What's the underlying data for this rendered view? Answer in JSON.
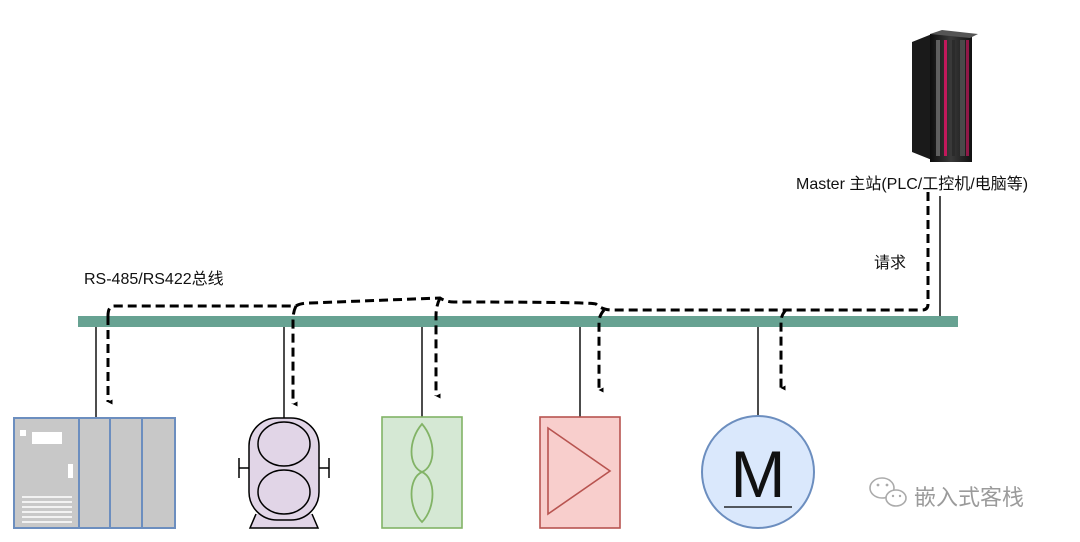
{
  "labels": {
    "master": "Master 主站(PLC/工控机/电脑等)",
    "request": "请求",
    "bus": "RS-485/RS422总线",
    "motor_letter": "M",
    "watermark": "嵌入式客栈"
  },
  "icons": {
    "server": "server-tower-icon",
    "plc": "plc-rack-icon",
    "tank": "pressure-tank-icon",
    "fan": "fan-icon",
    "amplifier": "amplifier-triangle-icon",
    "motor": "motor-icon",
    "wechat": "wechat-logo-icon"
  },
  "colors": {
    "bus": "#67a292",
    "plc_fill": "#c8c8c8",
    "plc_border": "#6c8ebf",
    "tank_fill": "#e1d5e7",
    "fan_fill": "#d5e8d4",
    "fan_border": "#82b366",
    "amp_fill": "#f8cecc",
    "amp_border": "#b85450",
    "motor_fill": "#dae8fc",
    "motor_border": "#6c8ebf",
    "server_accent": "#c2185b"
  }
}
